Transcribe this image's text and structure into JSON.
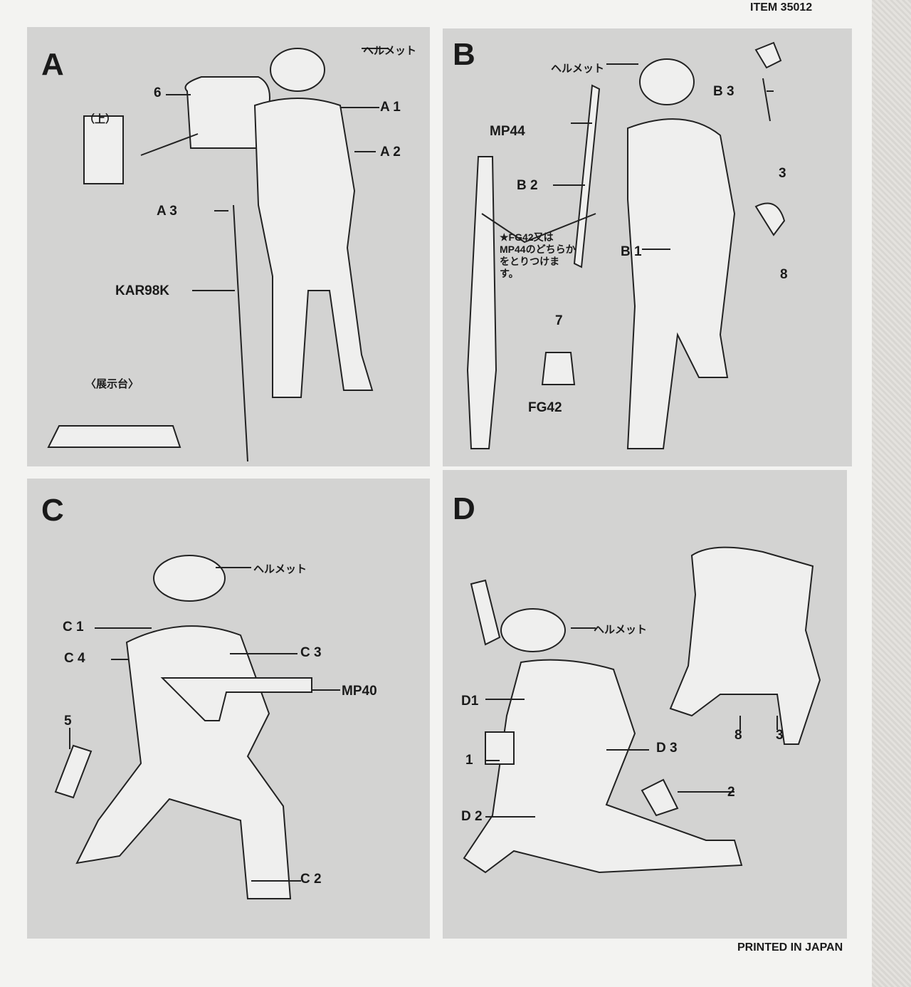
{
  "header": {
    "item": "ITEM 35012"
  },
  "footer": {
    "printed": "PRINTED IN JAPAN"
  },
  "panels": {
    "a": {
      "letter": "A",
      "helmet": "ヘルメット",
      "part6": "6",
      "top_view": "（上）",
      "a1": "A 1",
      "a2": "A 2",
      "a3": "A 3",
      "rifle": "KAR98K",
      "stand": "〈展示台〉"
    },
    "b": {
      "letter": "B",
      "helmet": "ヘルメット",
      "b3": "B 3",
      "mp44": "MP44",
      "b2": "B 2",
      "note": "★FG42又はMP44のどちらかをとりつけます。",
      "part3": "3",
      "b1": "B 1",
      "part8": "8",
      "part7": "7",
      "fg42": "FG42"
    },
    "c": {
      "letter": "C",
      "helmet": "ヘルメット",
      "c1": "C 1",
      "c4": "C 4",
      "c3": "C 3",
      "mp40": "MP40",
      "part5": "5",
      "c2": "C 2"
    },
    "d": {
      "letter": "D",
      "helmet": "ヘルメット",
      "d1": "D1",
      "part1": "1",
      "d3": "D 3",
      "part2": "2",
      "d2": "D 2",
      "part8": "8",
      "part3": "3"
    }
  }
}
